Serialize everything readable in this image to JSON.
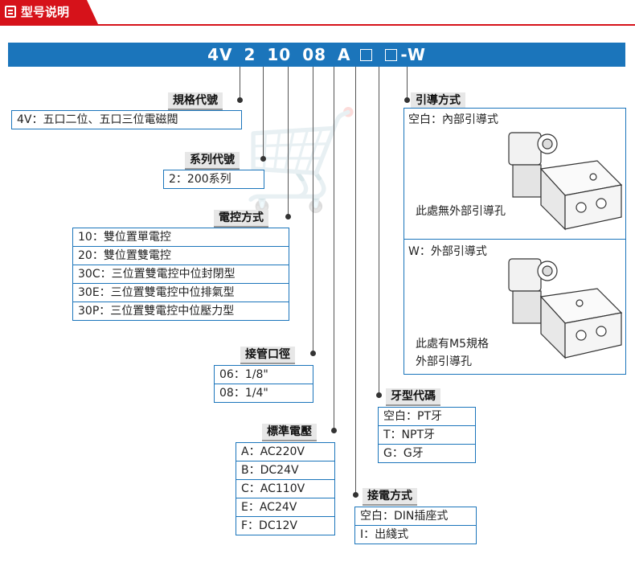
{
  "header": {
    "title": "型号说明"
  },
  "model": {
    "parts": [
      "4V",
      "2",
      "10",
      "08",
      "A"
    ],
    "suffix": "-W"
  },
  "spec": {
    "label": "規格代號",
    "rows": [
      "4V：五口二位、五口三位電磁閥"
    ]
  },
  "series": {
    "label": "系列代號",
    "rows": [
      "2：200系列"
    ]
  },
  "control": {
    "label": "電控方式",
    "rows": [
      "10：雙位置單電控",
      "20：雙位置雙電控",
      "30C：三位置雙電控中位封閉型",
      "30E：三位置雙電控中位排氣型",
      "30P：三位置雙電控中位壓力型"
    ]
  },
  "port": {
    "label": "接管口徑",
    "rows": [
      "06：1/8\"",
      "08：1/4\""
    ]
  },
  "voltage": {
    "label": "標準電壓",
    "rows": [
      "A：AC220V",
      "B：DC24V",
      "C：AC110V",
      "E：AC24V",
      "F：DC12V"
    ]
  },
  "pilot": {
    "label": "引導方式",
    "internal": "空白：內部引導式",
    "internal_note": "此處無外部引導孔",
    "external": "W：外部引導式",
    "external_note_1": "此處有M5規格",
    "external_note_2": "外部引導孔"
  },
  "thread": {
    "label": "牙型代碼",
    "rows": [
      "空白：PT牙",
      "T：NPT牙",
      "G：G牙"
    ]
  },
  "wiring": {
    "label": "接電方式",
    "rows": [
      "空白：DIN插座式",
      "I：出綫式"
    ]
  },
  "colors": {
    "accent_red": "#d6121a",
    "accent_blue": "#1b75bb"
  }
}
